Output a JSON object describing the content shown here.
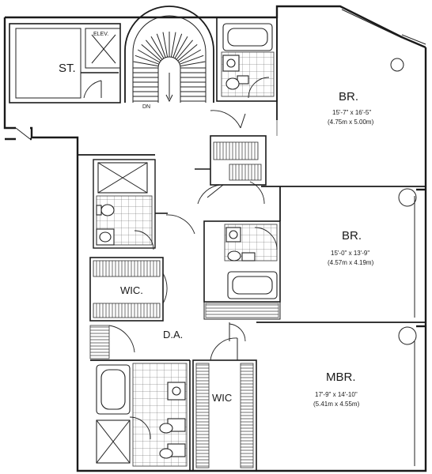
{
  "floor_plan": {
    "rooms": {
      "storage": {
        "label": "ST."
      },
      "elevator": {
        "label": "ELEV."
      },
      "stair": {
        "label": "DN"
      },
      "bedroom_1": {
        "label": "BR.",
        "dim_imperial": "15'-7\" x 16'-5\"",
        "dim_metric": "(4.75m x 5.00m)"
      },
      "bedroom_2": {
        "label": "BR.",
        "dim_imperial": "15'-0\" x 13'-9\"",
        "dim_metric": "(4.57m x 4.19m)"
      },
      "master_bedroom": {
        "label": "MBR.",
        "dim_imperial": "17'-9\" x 14'-10\"",
        "dim_metric": "(5.41m x 4.55m)"
      },
      "closet_1": {
        "label": "WIC."
      },
      "closet_2": {
        "label": "WIC"
      },
      "dining_area": {
        "label": "D.A."
      }
    }
  }
}
